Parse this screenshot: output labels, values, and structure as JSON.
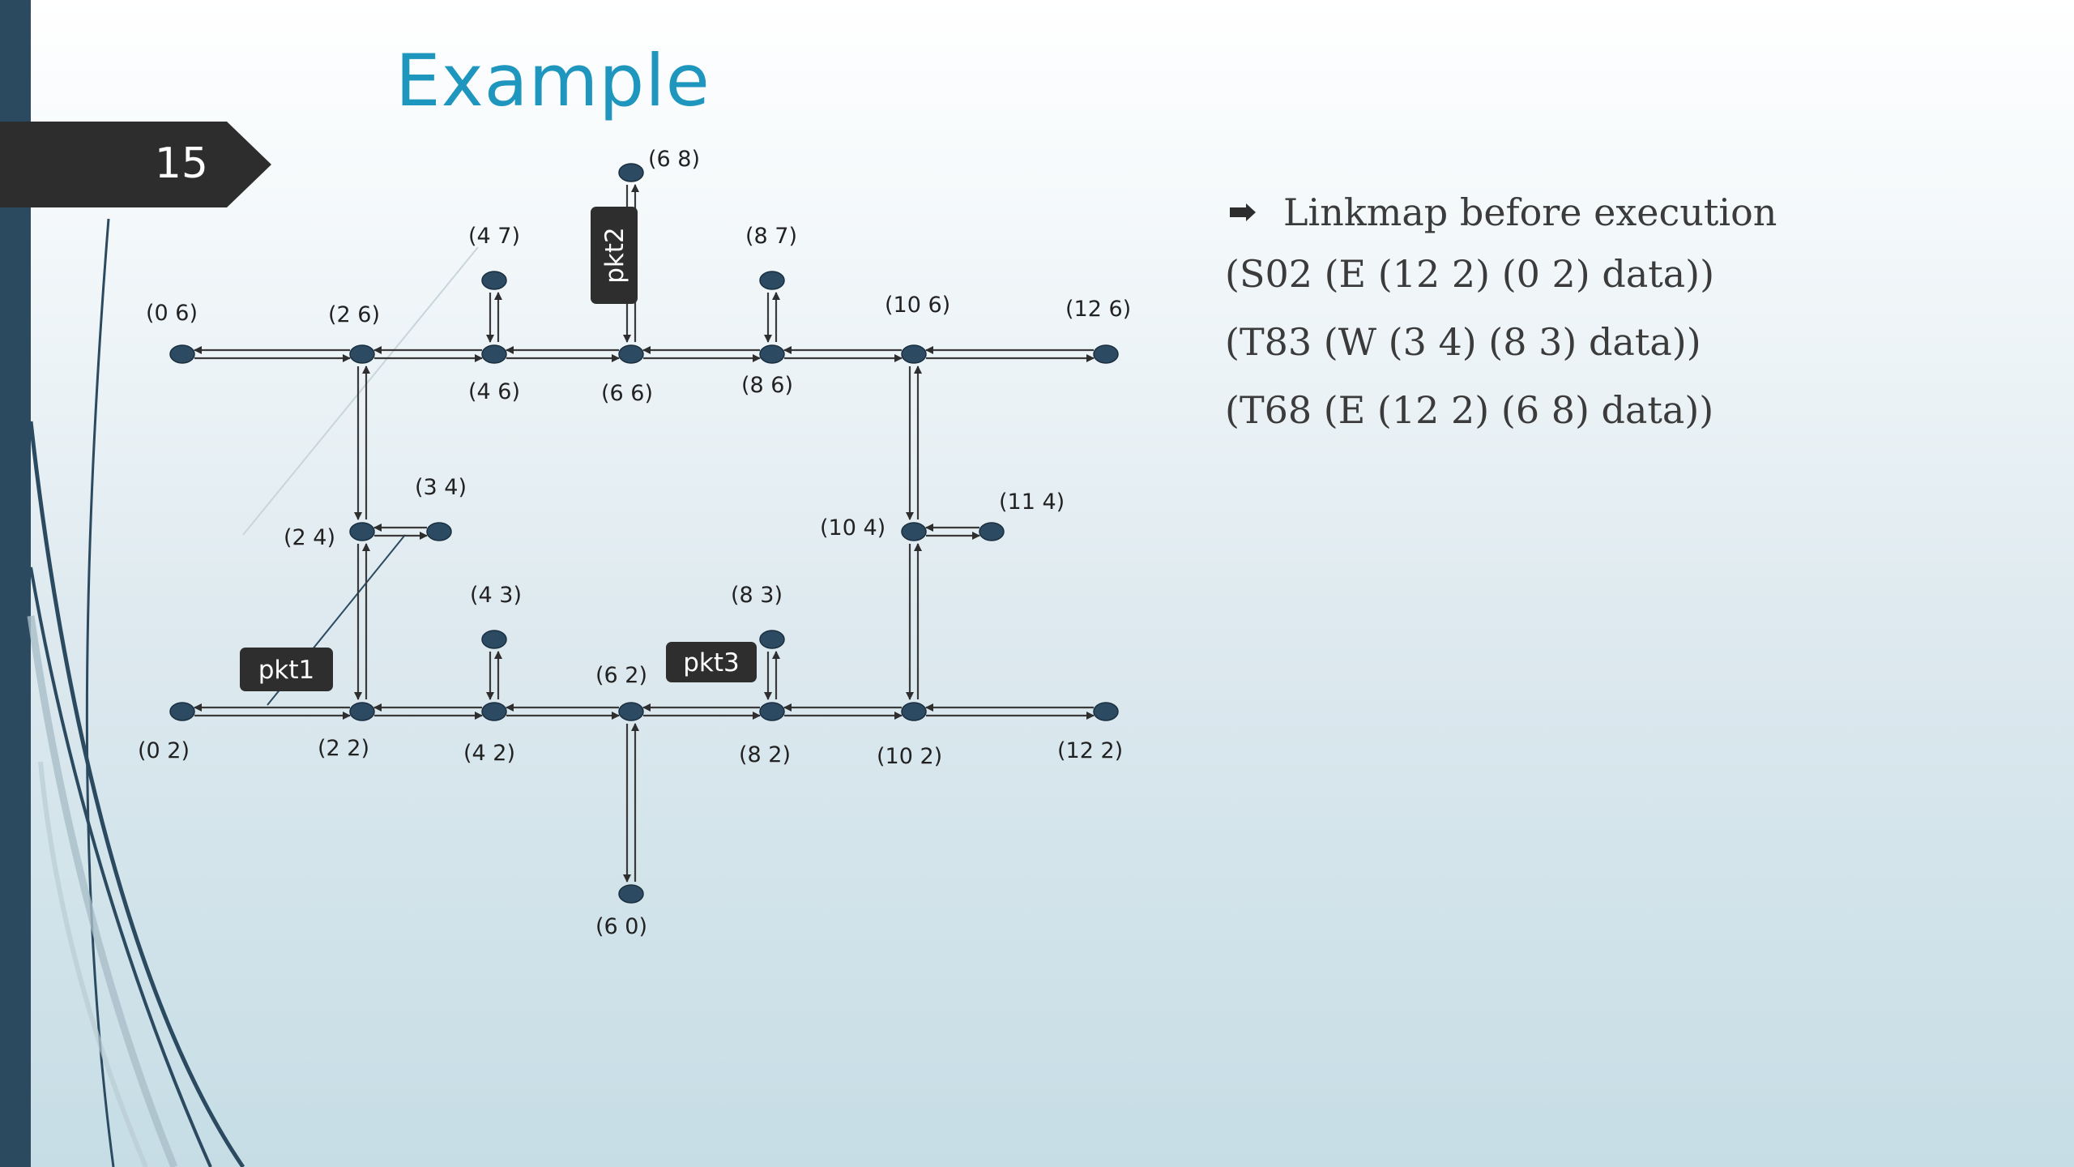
{
  "slide": {
    "title": "Example",
    "number": "15"
  },
  "diagram": {
    "nodes": [
      {
        "id": "n06",
        "label": "(0 6)",
        "x": 0,
        "y": 6
      },
      {
        "id": "n26",
        "label": "(2 6)",
        "x": 2,
        "y": 6
      },
      {
        "id": "n46",
        "label": "(4 6)",
        "x": 4,
        "y": 6
      },
      {
        "id": "n66",
        "label": "(6 6)",
        "x": 6,
        "y": 6
      },
      {
        "id": "n86",
        "label": "(8 6)",
        "x": 8,
        "y": 6
      },
      {
        "id": "n106",
        "label": "(10 6)",
        "x": 10,
        "y": 6
      },
      {
        "id": "n126",
        "label": "(12 6)",
        "x": 12,
        "y": 6
      },
      {
        "id": "n47",
        "label": "(4 7)",
        "x": 4,
        "y": 7
      },
      {
        "id": "n68",
        "label": "(6 8)",
        "x": 6,
        "y": 8
      },
      {
        "id": "n87",
        "label": "(8 7)",
        "x": 8,
        "y": 7
      },
      {
        "id": "n24",
        "label": "(2 4)",
        "x": 2,
        "y": 4
      },
      {
        "id": "n34",
        "label": "(3 4)",
        "x": 3,
        "y": 4
      },
      {
        "id": "n104",
        "label": "(10 4)",
        "x": 10,
        "y": 4
      },
      {
        "id": "n114",
        "label": "(11 4)",
        "x": 11,
        "y": 4
      },
      {
        "id": "n43",
        "label": "(4 3)",
        "x": 4,
        "y": 3
      },
      {
        "id": "n83",
        "label": "(8 3)",
        "x": 8,
        "y": 3
      },
      {
        "id": "n02",
        "label": "(0 2)",
        "x": 0,
        "y": 2
      },
      {
        "id": "n22",
        "label": "(2 2)",
        "x": 2,
        "y": 2
      },
      {
        "id": "n42",
        "label": "(4 2)",
        "x": 4,
        "y": 2
      },
      {
        "id": "n62",
        "label": "(6 2)",
        "x": 6,
        "y": 2
      },
      {
        "id": "n82",
        "label": "(8 2)",
        "x": 8,
        "y": 2
      },
      {
        "id": "n102",
        "label": "(10 2)",
        "x": 10,
        "y": 2
      },
      {
        "id": "n122",
        "label": "(12 2)",
        "x": 12,
        "y": 2
      },
      {
        "id": "n60",
        "label": "(6 0)",
        "x": 6,
        "y": 0
      }
    ],
    "links": [
      [
        "n06",
        "n26"
      ],
      [
        "n26",
        "n46"
      ],
      [
        "n46",
        "n66"
      ],
      [
        "n66",
        "n86"
      ],
      [
        "n86",
        "n106"
      ],
      [
        "n106",
        "n126"
      ],
      [
        "n46",
        "n47"
      ],
      [
        "n66",
        "n68"
      ],
      [
        "n86",
        "n87"
      ],
      [
        "n26",
        "n24"
      ],
      [
        "n24",
        "n34"
      ],
      [
        "n24",
        "n22"
      ],
      [
        "n106",
        "n104"
      ],
      [
        "n104",
        "n114"
      ],
      [
        "n104",
        "n102"
      ],
      [
        "n02",
        "n22"
      ],
      [
        "n22",
        "n42"
      ],
      [
        "n42",
        "n62"
      ],
      [
        "n62",
        "n82"
      ],
      [
        "n82",
        "n102"
      ],
      [
        "n102",
        "n122"
      ],
      [
        "n42",
        "n43"
      ],
      [
        "n82",
        "n83"
      ],
      [
        "n62",
        "n60"
      ]
    ],
    "packets": [
      {
        "id": "pkt1",
        "label": "pkt1"
      },
      {
        "id": "pkt2",
        "label": "pkt2"
      },
      {
        "id": "pkt3",
        "label": "pkt3"
      }
    ]
  },
  "linkmap": {
    "heading": "Linkmap before execution",
    "bullet_icon": "arrow-bullet-icon",
    "entries": [
      "(S02 (E (12 2) (0 2) data))",
      "(T83 (W (3 4) (8 3) data))",
      "(T68 (E (12 2) (6 8) data))"
    ]
  },
  "colors": {
    "title": "#1e96bd",
    "node": "#2c4b63",
    "sidebar": "#2b4a60",
    "packet": "#2e2e2e"
  }
}
